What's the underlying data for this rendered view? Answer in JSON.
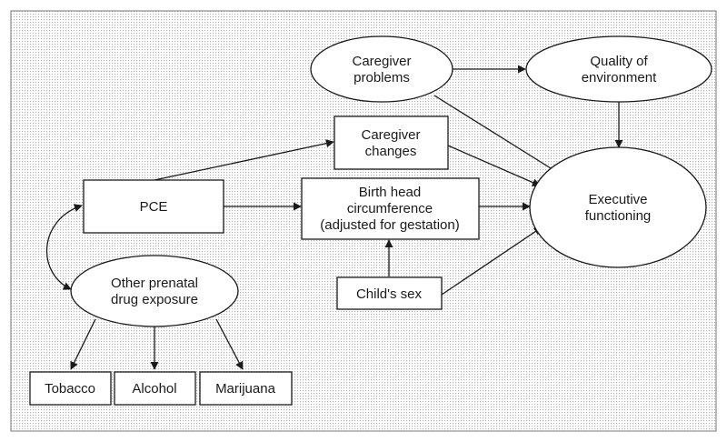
{
  "nodes": {
    "caregiver_problems": [
      "Caregiver",
      "problems"
    ],
    "quality_of_environment": [
      "Quality of",
      "environment"
    ],
    "caregiver_changes": [
      "Caregiver",
      "changes"
    ],
    "pce": [
      "PCE"
    ],
    "birth_head_circumference": [
      "Birth head",
      "circumference",
      "(adjusted for gestation)"
    ],
    "executive_functioning": [
      "Executive",
      "functioning"
    ],
    "other_prenatal_drug_exposure": [
      "Other prenatal",
      "drug exposure"
    ],
    "childs_sex": [
      "Child's sex"
    ],
    "tobacco": [
      "Tobacco"
    ],
    "alcohol": [
      "Alcohol"
    ],
    "marijuana": [
      "Marijuana"
    ]
  }
}
